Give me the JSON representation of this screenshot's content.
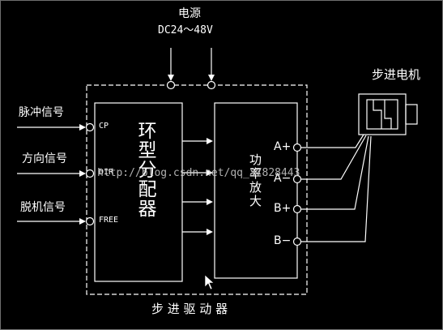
{
  "power": {
    "title": "电源",
    "voltage": "DC24～48V"
  },
  "motor_label": "步进电机",
  "inputs": [
    {
      "label": "脉冲信号",
      "pin": "CP"
    },
    {
      "label": "方向信号",
      "pin": "DIR"
    },
    {
      "label": "脱机信号",
      "pin": "FREE"
    }
  ],
  "distributor_label": "环型分配器",
  "amplifier_label": "功率放大",
  "outputs": [
    "A+",
    "A−",
    "B+",
    "B−"
  ],
  "driver_label": "步 进 驱 动 器",
  "watermark": "http://blog.csdn.net/qq_37828443",
  "colors": {
    "background": "#000000",
    "lines": "#ffffff"
  }
}
